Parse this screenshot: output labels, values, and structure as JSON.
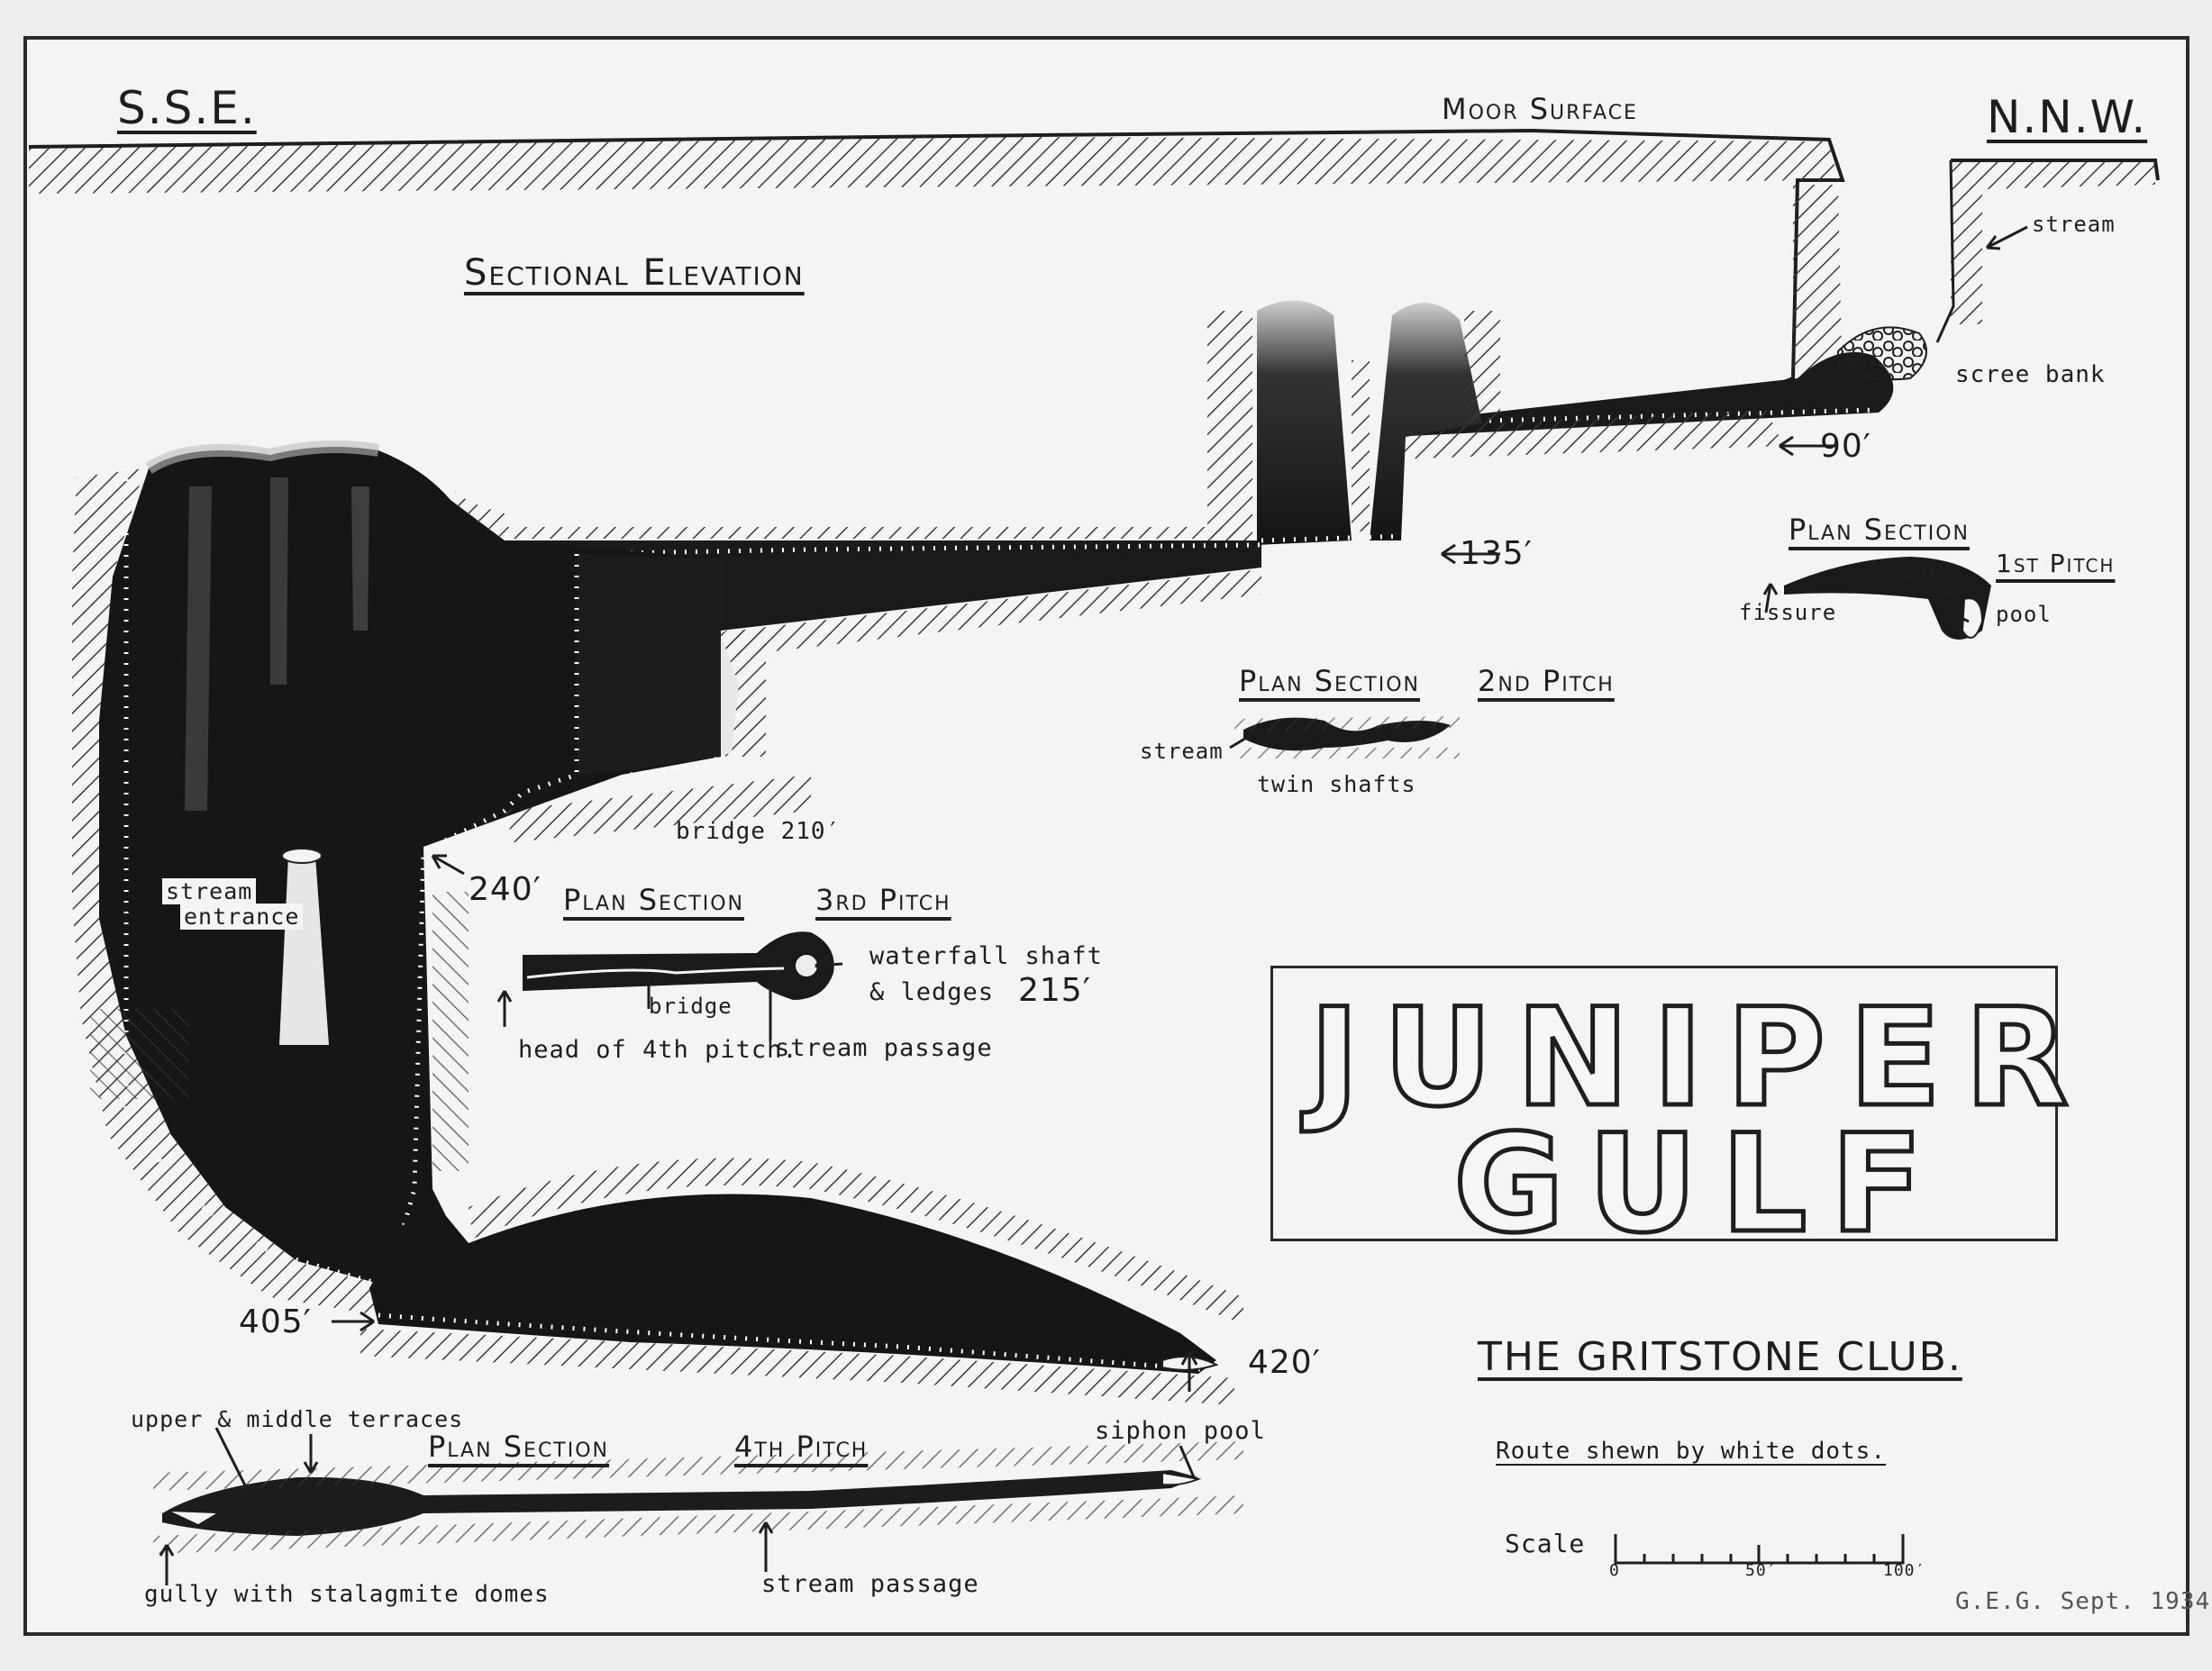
{
  "header": {
    "left_direction": "S.S.E.",
    "right_direction": "N.N.W.",
    "surface_label": "Moor Surface"
  },
  "section_title": "Sectional Elevation",
  "depth_markers": {
    "d90": "90′",
    "d135": "135′",
    "d240": "240′",
    "d405": "405′",
    "d420": "420′"
  },
  "elevation_labels": {
    "stream_top": "stream",
    "scree_bank": "scree bank",
    "bridge": "bridge 210′",
    "stream_entrance_1": "stream",
    "stream_entrance_2": "entrance",
    "siphon_pool": "siphon pool"
  },
  "plan_1": {
    "title_a": "Plan Section",
    "title_b": "1st Pitch",
    "fissure": "fissure",
    "pool": "pool"
  },
  "plan_2": {
    "title_a": "Plan Section",
    "title_b": "2nd Pitch",
    "stream": "stream",
    "twin_shafts": "twin shafts"
  },
  "plan_3": {
    "title_a": "Plan Section",
    "title_b": "3rd Pitch",
    "waterfall_1": "waterfall shaft",
    "waterfall_2": "& ledges",
    "depth": "215′",
    "bridge": "bridge",
    "head": "head of 4th pitch.",
    "stream_passage": "stream passage"
  },
  "plan_4": {
    "title_a": "Plan Section",
    "title_b": "4th Pitch",
    "terraces": "upper & middle terraces",
    "gully": "gully with stalagmite domes",
    "stream_passage": "stream passage"
  },
  "title": {
    "line1": "JUNIPER",
    "line2": "GULF"
  },
  "club": "THE GRITSTONE CLUB.",
  "route_note": "Route shewn by white dots.",
  "scale": {
    "label": "Scale",
    "ticks": [
      "0",
      "50′",
      "100′"
    ]
  },
  "signature": "G.E.G. Sept. 1934.",
  "colors": {
    "ink": "#1e1e1e",
    "paper": "#f4f4f2",
    "rock_hatch": "#3a3a3a"
  }
}
